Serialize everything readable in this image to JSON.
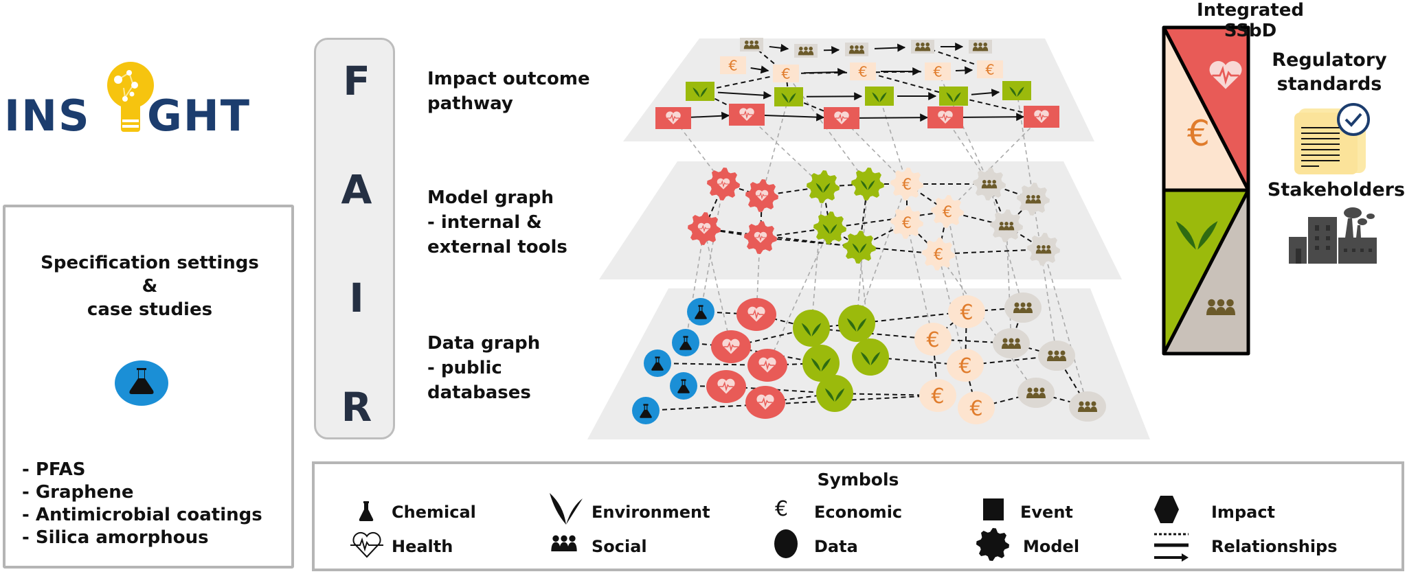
{
  "logo": {
    "text_left": "INS",
    "text_right": "GHT",
    "full": "INSIGHT"
  },
  "left_panel": {
    "title_lines": [
      "Specification settings",
      "&",
      "case studies"
    ],
    "icon": "flask-icon",
    "case_studies": [
      "- PFAS",
      "- Graphene",
      "- Antimicrobial coatings",
      "- Silica amorphous"
    ]
  },
  "fair": {
    "letters": [
      "F",
      "A",
      "I",
      "R"
    ]
  },
  "layers": [
    {
      "label_lines": [
        "Impact outcome",
        "pathway"
      ]
    },
    {
      "label_lines": [
        "Model graph",
        "- internal &",
        "external tools"
      ]
    },
    {
      "label_lines": [
        "Data graph",
        "- public",
        "databases"
      ]
    }
  ],
  "ssbd": {
    "title": "Integrated SSbD",
    "regulatory_label_lines": [
      "Regulatory",
      "standards"
    ],
    "stakeholders_label": "Stakeholders"
  },
  "legend": {
    "title": "Symbols",
    "items": [
      {
        "label": "Chemical",
        "icon": "flask-icon"
      },
      {
        "label": "Environment",
        "icon": "leaf-icon"
      },
      {
        "label": "Economic",
        "icon": "euro-icon"
      },
      {
        "label": "Event",
        "icon": "square-icon"
      },
      {
        "label": "Impact",
        "icon": "hexagon-icon"
      },
      {
        "label": "Health",
        "icon": "heart-pulse-icon"
      },
      {
        "label": "Social",
        "icon": "people-icon"
      },
      {
        "label": "Data",
        "icon": "circle-icon"
      },
      {
        "label": "Model",
        "icon": "gear-icon"
      },
      {
        "label": "Relationships",
        "icon": "relationship-lines-icon"
      }
    ]
  },
  "colors": {
    "health": "#e85b57",
    "environment": "#9bba0c",
    "economic_bg": "#fde4cf",
    "economic": "#e07c2c",
    "social_bg": "#dcd8d3",
    "social": "#6b5a2a",
    "chemical": "#1b8fd6",
    "layer": "#ececec",
    "logo": "#1c3d6e",
    "bulb": "#f6c40f"
  }
}
